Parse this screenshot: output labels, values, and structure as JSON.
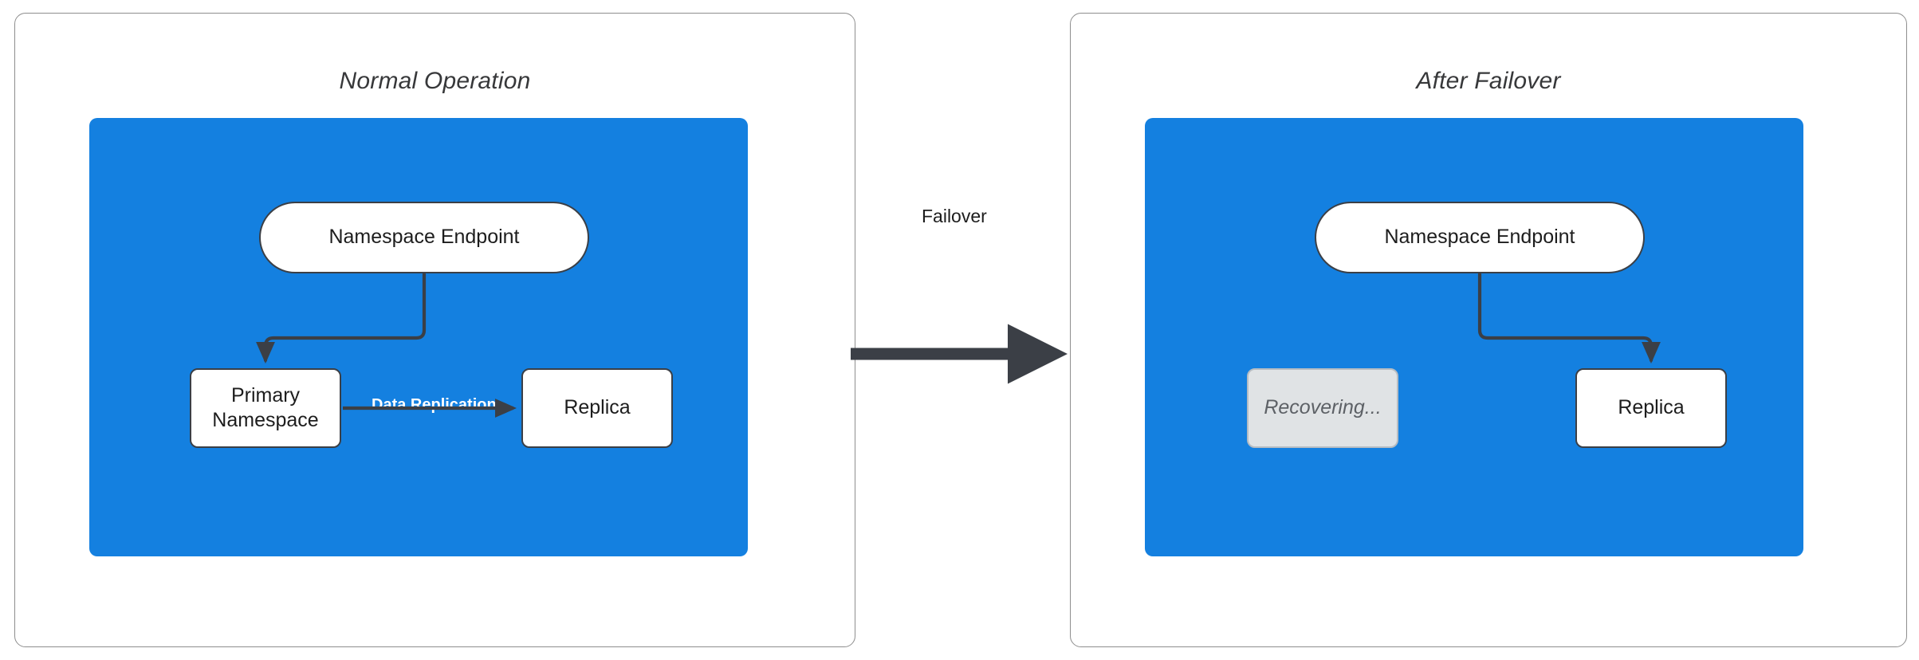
{
  "diagram": {
    "title_left": "Normal Operation",
    "title_right": "After Failover",
    "colors": {
      "region_blue": "#1480e0",
      "panel_border": "#8e8e8e",
      "node_border": "#3b3f46",
      "node_fill": "#ffffff",
      "dim_fill": "#e0e3e5",
      "dim_text": "#5d6166",
      "connector": "#3b3f46",
      "label_on_blue": "#ffffff"
    },
    "panels": [
      {
        "id": "normal-operation",
        "title": "Normal Operation",
        "nodes": [
          {
            "id": "endpoint-left",
            "label": "Namespace Endpoint",
            "shape": "stadium",
            "state": "active"
          },
          {
            "id": "primary",
            "label": "Primary\nNamespace",
            "line1": "Primary",
            "line2": "Namespace",
            "shape": "rect",
            "state": "active"
          },
          {
            "id": "replica-left",
            "label": "Replica",
            "shape": "rect",
            "state": "active"
          }
        ],
        "edges": [
          {
            "from": "endpoint-left",
            "to": "primary",
            "label": "",
            "style": "elbow-arrow"
          },
          {
            "from": "primary",
            "to": "replica-left",
            "label": "Data Replication",
            "style": "straight-arrow"
          }
        ]
      },
      {
        "id": "after-failover",
        "title": "After Failover",
        "nodes": [
          {
            "id": "endpoint-right",
            "label": "Namespace Endpoint",
            "shape": "stadium",
            "state": "active"
          },
          {
            "id": "recovering",
            "label": "Recovering...",
            "shape": "rect",
            "state": "dim"
          },
          {
            "id": "replica-right",
            "label": "Replica",
            "shape": "rect",
            "state": "active"
          }
        ],
        "edges": [
          {
            "from": "endpoint-right",
            "to": "replica-right",
            "label": "",
            "style": "elbow-arrow"
          }
        ]
      }
    ],
    "transition": {
      "label": "Failover",
      "direction": "left-to-right"
    }
  }
}
